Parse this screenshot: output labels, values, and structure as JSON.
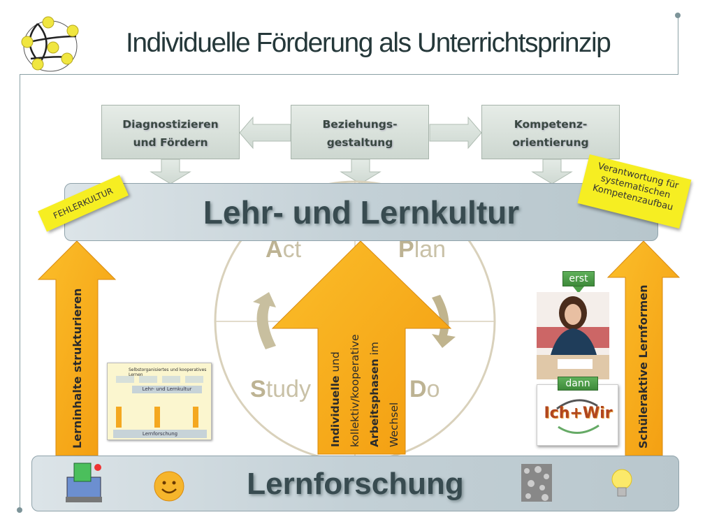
{
  "title": "Individuelle Förderung als Unterrichtsprinzip",
  "top_boxes": [
    {
      "line1": "Diagnostizieren",
      "line2": "und Fördern"
    },
    {
      "line1": "Beziehungs-",
      "line2": "gestaltung"
    },
    {
      "line1": "Kompetenz-",
      "line2": "orientierung"
    }
  ],
  "culture_band": "Lehr- und Lernkultur",
  "sticky_left": "FEHLERKULTUR",
  "sticky_right": {
    "line1": "Verantwortung für",
    "line2": "systematischen",
    "line3": "Kompetenzaufbau"
  },
  "cycle": {
    "act": {
      "initial": "A",
      "rest": "ct"
    },
    "plan": {
      "initial": "P",
      "rest": "lan"
    },
    "study": {
      "initial": "S",
      "rest": "tudy"
    },
    "do": {
      "initial": "D",
      "rest": "o"
    }
  },
  "center_arrow": {
    "bold1": "Individuelle",
    "text1": " und",
    "text2": "kollektiv/kooperative",
    "bold2": "Arbeitsphasen",
    "text3": " im",
    "text4": "Wechsel"
  },
  "left_arrow": "Lerninhalte  strukturieren",
  "right_arrow": "Schüleraktive  Lernformen",
  "erst_label": "erst",
  "dann_label": "dann",
  "ich_wir_logo": "Ich+Wir",
  "thumbnail": {
    "title": "Selbstorganisiertes und kooperatives Lernen",
    "band": "Lehr- und Lernkultur",
    "footer": "Lernforschung"
  },
  "research_band": "Lernforschung",
  "colors": {
    "orange": "#f7a818",
    "sticky": "#f6ee22",
    "band": "#c5d2d8",
    "green": "#4e9e49"
  }
}
